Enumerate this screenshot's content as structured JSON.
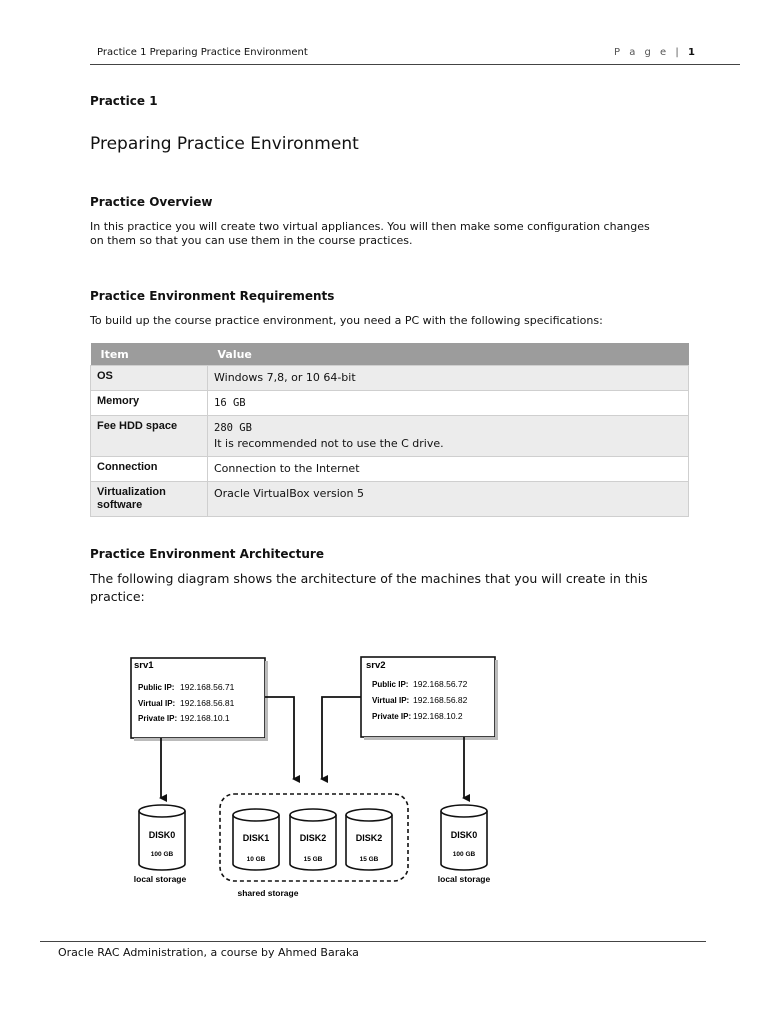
{
  "header": {
    "title": "Practice 1 Preparing Practice Environment",
    "page_word": "P a g e",
    "page_sep": " |",
    "page_number": "1"
  },
  "practice_label": "Practice 1",
  "doc_title": "Preparing Practice Environment",
  "overview": {
    "heading": "Practice Overview",
    "line1": "In this practice you will create two virtual appliances. You will then make some configuration changes",
    "line2": "on them so that you can use them in the course practices."
  },
  "requirements": {
    "heading": "Practice Environment Requirements",
    "intro": "To build up the course practice environment, you need a PC with the following specifications:",
    "col_item": "Item",
    "col_value": "Value",
    "rows": [
      {
        "item": "OS",
        "value": "Windows 7,8, or 10 64-bit",
        "note": ""
      },
      {
        "item": "Memory",
        "value": "16 GB",
        "note": ""
      },
      {
        "item": "Fee HDD space",
        "value": "280 GB",
        "note": "It is recommended not to use the C drive."
      },
      {
        "item": "Connection",
        "value": "Connection to the Internet",
        "note": ""
      },
      {
        "item": "Virtualization software",
        "value": "Oracle VirtualBox version 5",
        "note": ""
      }
    ]
  },
  "architecture": {
    "heading": "Practice Environment Architecture",
    "line1": "The following diagram shows the architecture of the machines that you will create in this",
    "line2": "practice:",
    "srv1": {
      "name": "srv1",
      "public_label": "Public IP:",
      "public_ip": "192.168.56.71",
      "virtual_label": "Virtual IP:",
      "virtual_ip": "192.168.56.81",
      "private_label": "Private IP:",
      "private_ip": "192.168.10.1"
    },
    "srv2": {
      "name": "srv2",
      "public_label": "Public IP:",
      "public_ip": "192.168.56.72",
      "virtual_label": "Virtual IP:",
      "virtual_ip": "192.168.56.82",
      "private_label": "Private IP:",
      "private_ip": "192.168.10.2"
    },
    "local_disk_left": {
      "name": "DISK0",
      "size": "100 GB",
      "caption": "local storage"
    },
    "local_disk_right": {
      "name": "DISK0",
      "size": "100 GB",
      "caption": "local storage"
    },
    "shared_disks": [
      {
        "name": "DISK1",
        "size": "10 GB"
      },
      {
        "name": "DISK2",
        "size": "15 GB"
      },
      {
        "name": "DISK2",
        "size": "15 GB"
      }
    ],
    "shared_caption": "shared storage"
  },
  "footer": {
    "text": "Oracle RAC Administration, a course by Ahmed Baraka"
  }
}
